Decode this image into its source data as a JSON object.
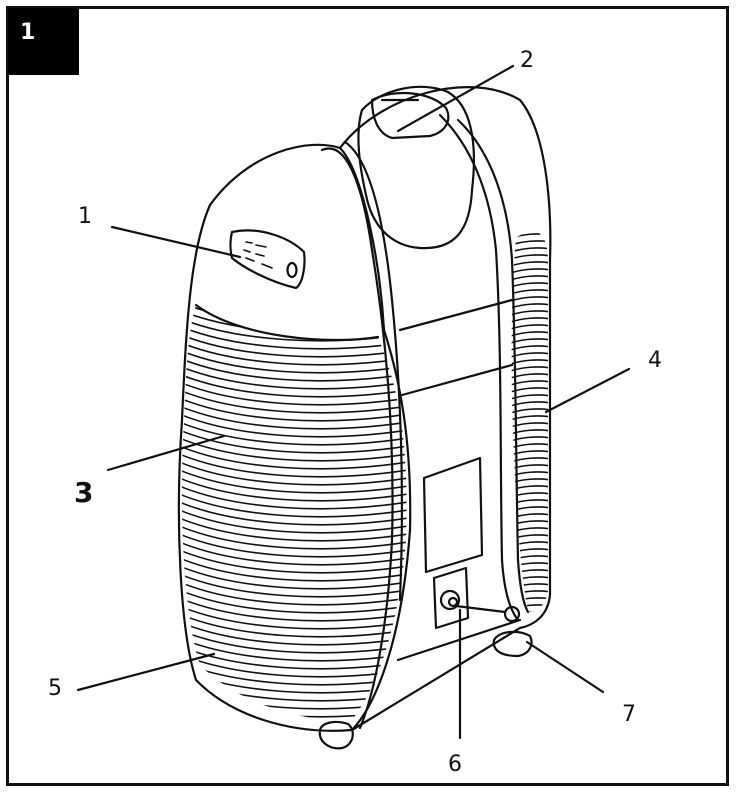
{
  "figure_number": "1",
  "callouts": [
    {
      "id": "c1",
      "text": "1"
    },
    {
      "id": "c2",
      "text": "2"
    },
    {
      "id": "c3",
      "text": "3"
    },
    {
      "id": "c4",
      "text": "4"
    },
    {
      "id": "c5",
      "text": "5"
    },
    {
      "id": "c6",
      "text": "6"
    },
    {
      "id": "c7",
      "text": "7"
    }
  ],
  "colors": {
    "line": "#111111",
    "badge": "#000000",
    "background": "#ffffff"
  }
}
